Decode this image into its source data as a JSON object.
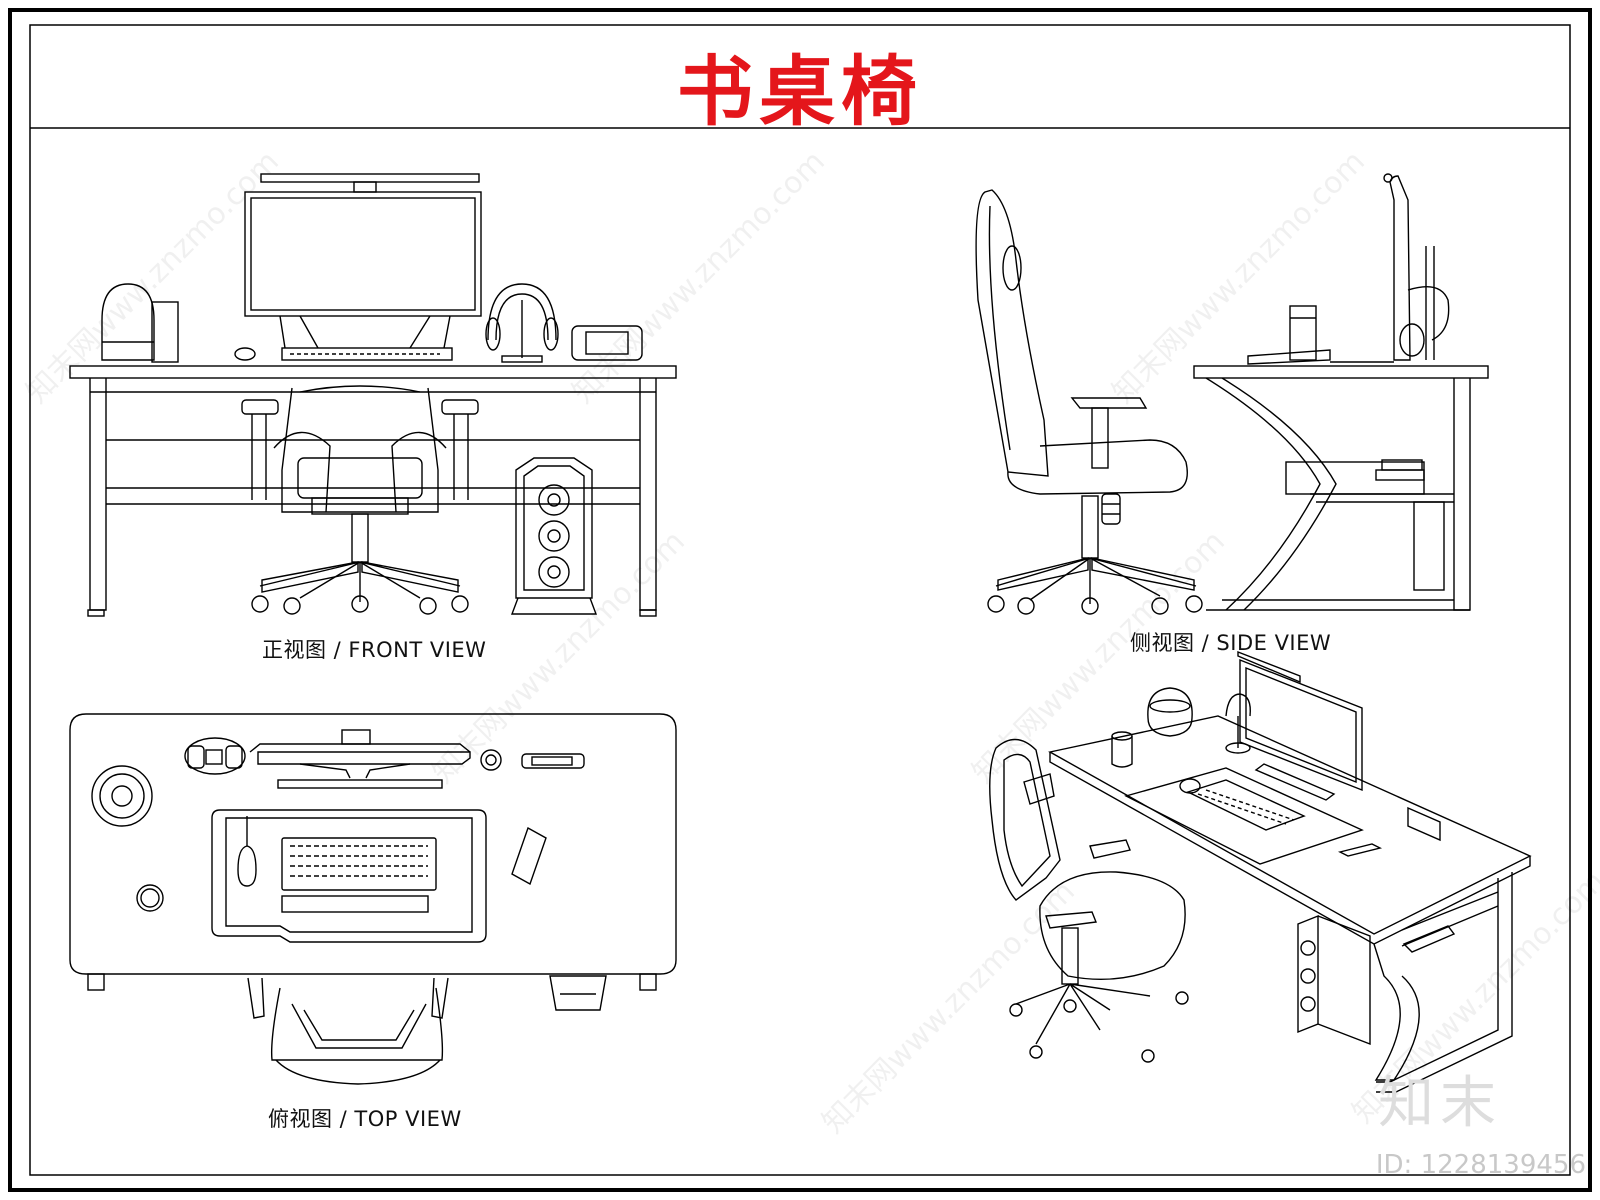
{
  "title": "书桌椅",
  "views": {
    "front": "正视图 / FRONT VIEW",
    "side": "侧视图 / SIDE VIEW",
    "top": "俯视图 / TOP VIEW"
  },
  "watermark": {
    "brand": "知末",
    "id": "ID: 1228139456",
    "text": "知末网www.znzmo.com"
  },
  "colors": {
    "title": "#e4161b",
    "line": "#000000"
  }
}
